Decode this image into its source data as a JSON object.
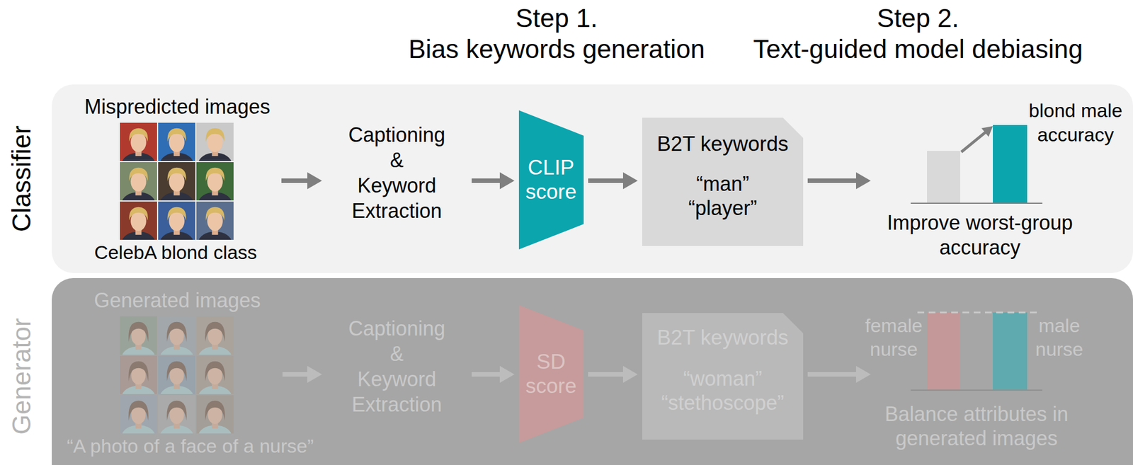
{
  "diagram": {
    "nodes": [
      {
        "text": [
          "Classifier"
        ]
      },
      {
        "text": [
          "Mispredicted images",
          "CelebA blond class"
        ],
        "in": 0
      },
      {
        "text": [
          "Captioning & Keyword Extraction"
        ],
        "in": 0
      },
      {
        "text": [
          "CLIP score"
        ],
        "in": 0
      },
      {
        "text": [
          "B2T keywords",
          "“man”",
          "“player”"
        ],
        "in": 0
      },
      {
        "text": [
          "blond male accuracy",
          "Improve worst-group accuracy"
        ],
        "in": 0
      },
      {
        "text": [
          "Generator"
        ]
      },
      {
        "text": [
          "Generated images",
          "“A photo of a face of a nurse”"
        ],
        "in": 6
      },
      {
        "text": [
          "Captioning & Keyword Extraction"
        ],
        "in": 6
      },
      {
        "text": [
          "SD score"
        ],
        "in": 6
      },
      {
        "text": [
          "B2T keywords",
          "“woman”",
          "“stethoscope”"
        ],
        "in": 6
      },
      {
        "text": [
          "female nurse",
          "male nurse",
          "Balance attributes in generated images"
        ],
        "in": 6
      }
    ],
    "edges": [
      {
        "from": 1,
        "to": 2,
        "arrow": "to"
      },
      {
        "from": 2,
        "to": 3,
        "arrow": "to"
      },
      {
        "from": 3,
        "to": 4,
        "arrow": "to"
      },
      {
        "from": 4,
        "to": 5,
        "arrow": "to"
      },
      {
        "from": 7,
        "to": 8,
        "arrow": "to"
      },
      {
        "from": 8,
        "to": 9,
        "arrow": "to"
      },
      {
        "from": 9,
        "to": 10,
        "arrow": "to"
      },
      {
        "from": 10,
        "to": 11,
        "arrow": "to"
      }
    ],
    "labels": [
      "Step 1.",
      "Bias keywords generation",
      "Step 2.",
      "Text-guided model debiasing"
    ]
  }
}
